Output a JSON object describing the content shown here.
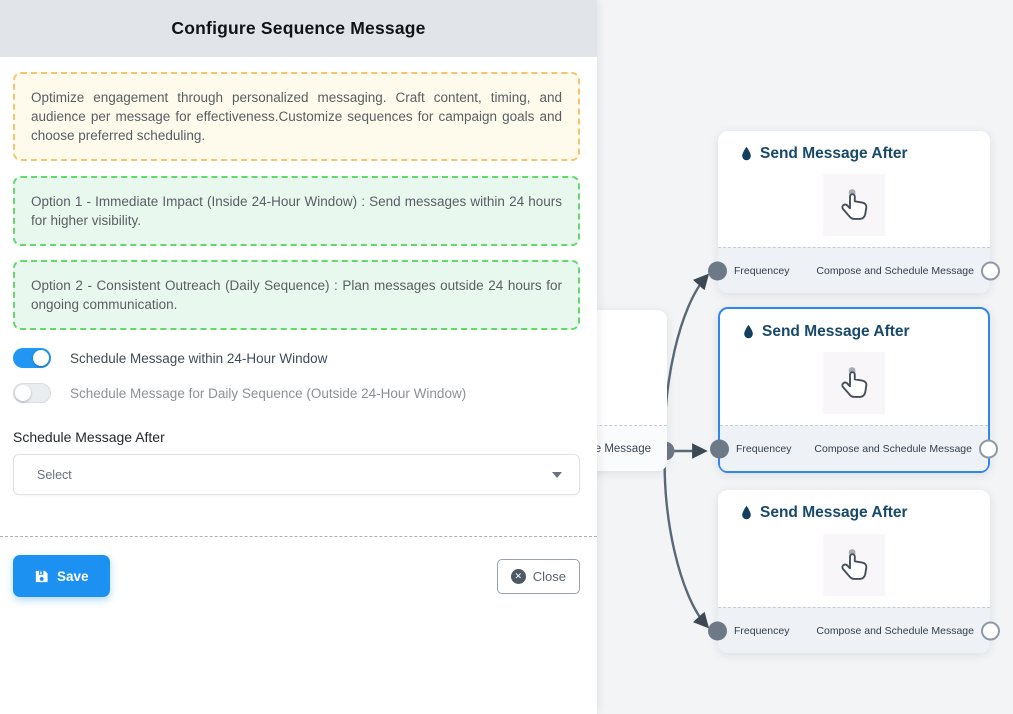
{
  "panel": {
    "title": "Configure Sequence Message",
    "intro": "Optimize engagement through personalized messaging. Craft content, timing, and audience per message for effectiveness.Customize sequences for campaign goals and choose preferred scheduling.",
    "option1": "Option 1 - Immediate Impact (Inside 24-Hour Window) : Send messages within 24 hours for higher visibility.",
    "option2": "Option 2 - Consistent Outreach (Daily Sequence) : Plan messages outside 24 hours for ongoing communication.",
    "toggles": [
      {
        "label": "Schedule Message within 24-Hour Window",
        "state": "on"
      },
      {
        "label": "Schedule Message for Daily Sequence (Outside 24-Hour Window)",
        "state": "off"
      }
    ],
    "schedule_after": {
      "label": "Schedule Message After",
      "value": "Select"
    },
    "buttons": {
      "save": "Save",
      "close": "Close"
    }
  },
  "flow": {
    "source_node": {
      "visible_label": "ce Message"
    },
    "nodes": [
      {
        "title": "Send Message After",
        "left_label": "Frequencey",
        "right_label": "Compose and Schedule Message",
        "selected": false
      },
      {
        "title": "Send Message After",
        "left_label": "Frequencey",
        "right_label": "Compose and Schedule Message",
        "selected": true
      },
      {
        "title": "Send Message After",
        "left_label": "Frequencey",
        "right_label": "Compose and Schedule Message",
        "selected": false
      }
    ]
  },
  "colors": {
    "accent_blue": "#1d91f2",
    "toggle_on": "#2196f3",
    "selected_node_border": "#2e86f0",
    "node_title": "#17496a",
    "edge": "#5a6878",
    "yellow_border": "#f5c46c",
    "green_border": "#62d96a"
  }
}
